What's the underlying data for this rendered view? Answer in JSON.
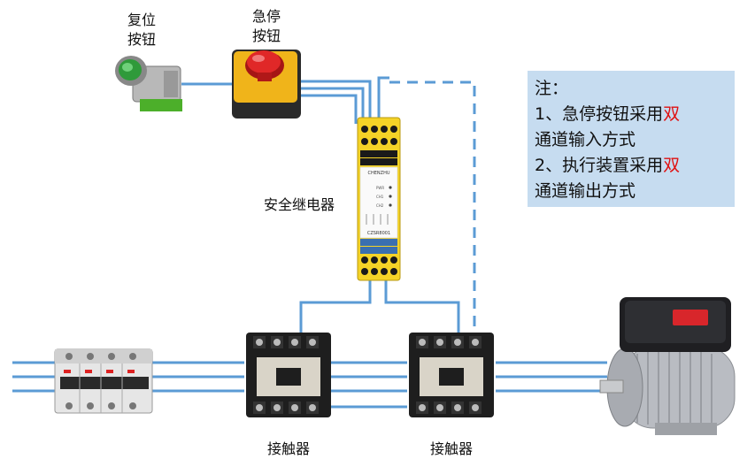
{
  "labels": {
    "reset_button": "复位\n按钮",
    "reset_line1": "复位",
    "reset_line2": "按钮",
    "estop_line1": "急停",
    "estop_line2": "按钮",
    "safety_relay": "安全继电器",
    "contactor_1": "接触器",
    "contactor_2": "接触器"
  },
  "note": {
    "title": "注：",
    "line1_prefix": "1、急停按钮采用",
    "line1_highlight": "双",
    "line2": "通道输入方式",
    "line3_prefix": "2、执行装置采用",
    "line3_highlight": "双",
    "line4": "通道输出方式",
    "highlight_color": "#e01010",
    "background": "#c6dcf0"
  },
  "relay_text": {
    "brand": "CHENZHU",
    "model": "CZSR8001",
    "leds": [
      "PWR",
      "CH1",
      "CH2"
    ]
  },
  "colors": {
    "wire": "#5b9bd5",
    "relay_yellow": "#f5d327",
    "contactor_body": "#1e1e1e"
  },
  "icons": [
    "reset-button-icon",
    "emergency-stop-icon",
    "safety-relay-icon",
    "circuit-breaker-icon",
    "contactor-icon",
    "motor-icon"
  ]
}
